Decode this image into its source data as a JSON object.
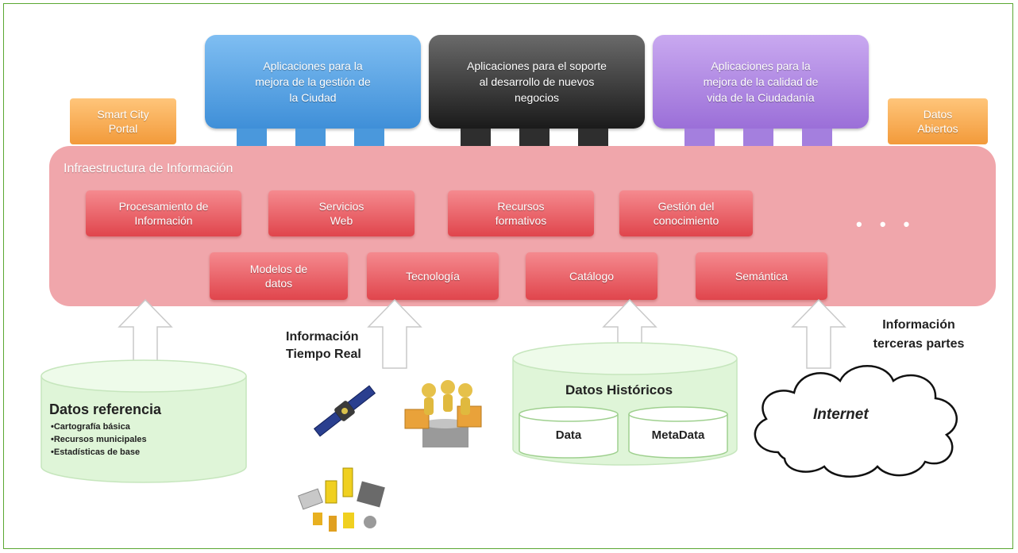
{
  "top_apps": {
    "gestion_ciudad": "Aplicaciones para la mejora de la gestión de la Ciudad",
    "negocios": "Aplicaciones para el soporte al desarrollo de nuevos negocios",
    "calidad_vida": "Aplicaciones para la mejora de la calidad de vida de la Ciudadanía"
  },
  "side": {
    "smart_city_portal": "Smart City Portal",
    "datos_abiertos": "Datos Abiertos"
  },
  "infra": {
    "title": "Infraestructura de Información",
    "row1": [
      "Procesamiento de Información",
      "Servicios Web",
      "Recursos formativos",
      "Gestión del conocimiento"
    ],
    "row2": [
      "Modelos de datos",
      "Tecnología",
      "Catálogo",
      "Semántica"
    ],
    "more": "• • •"
  },
  "sources": {
    "tiempo_real": "Información Tiempo Real",
    "terceras": "Información terceras partes"
  },
  "datos_referencia": {
    "title": "Datos referencia",
    "items": [
      "•Cartografía básica",
      "•Recursos municipales",
      "•Estadísticas de base"
    ]
  },
  "datos_historicos": {
    "title": "Datos Históricos",
    "data": "Data",
    "metadata": "MetaData"
  },
  "internet": "Internet",
  "colors": {
    "frame": "#5aa832",
    "infra_bg": "#f0a6ab",
    "module_red": "#e0454c",
    "app_blue": "#3f8fd8",
    "app_black": "#1a1a1a",
    "app_purple": "#9b6fd8",
    "side_orange": "#f29a3a",
    "cylinder_green": "#dff5d8"
  }
}
